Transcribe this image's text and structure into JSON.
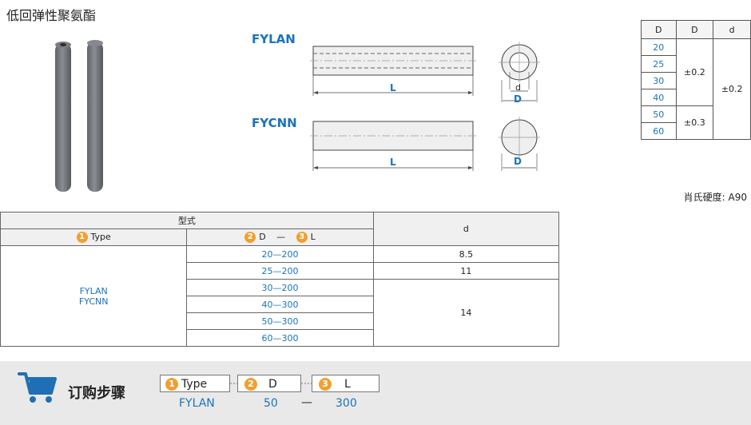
{
  "title": "低回弹性聚氨酯",
  "drawings": {
    "hollow_label": "FYLAN",
    "solid_label": "FYCNN",
    "length_label": "L",
    "inner_label": "d",
    "outer_label": "D"
  },
  "tolerance_table": {
    "headers": [
      "D",
      "D",
      "d"
    ],
    "d_values": [
      "20",
      "25",
      "30",
      "40",
      "50",
      "60"
    ],
    "tol_D_a": "±0.2",
    "tol_D_b": "±0.3",
    "tol_d": "±0.2"
  },
  "hardness": "肖氏硬度:  A90",
  "spec_table": {
    "header_type_group": "型式",
    "header_d": "d",
    "header_type_num": "1",
    "header_type": "Type",
    "header_D_num": "2",
    "header_D": "D",
    "header_dash": "—",
    "header_L_num": "3",
    "header_L": "L",
    "types": [
      "FYLAN",
      "FYCNN"
    ],
    "rows": [
      {
        "range": "20—200",
        "d": "8.5"
      },
      {
        "range": "25—200",
        "d": "11"
      },
      {
        "range": "30—200"
      },
      {
        "range": "40—300"
      },
      {
        "range": "50—300"
      },
      {
        "range": "60—300"
      }
    ],
    "d_merged": "14"
  },
  "order": {
    "title": "订购步骤",
    "box1_num": "1",
    "box1": "Type",
    "box2_num": "2",
    "box2": "D",
    "box3_num": "3",
    "box3": "L",
    "example_type": "FYLAN",
    "example_D": "50",
    "example_dash": "—",
    "example_L": "300"
  },
  "colors": {
    "accent_blue": "#1a73b8",
    "badge_orange": "#f0a030",
    "cart_blue": "#1e6fb5"
  }
}
